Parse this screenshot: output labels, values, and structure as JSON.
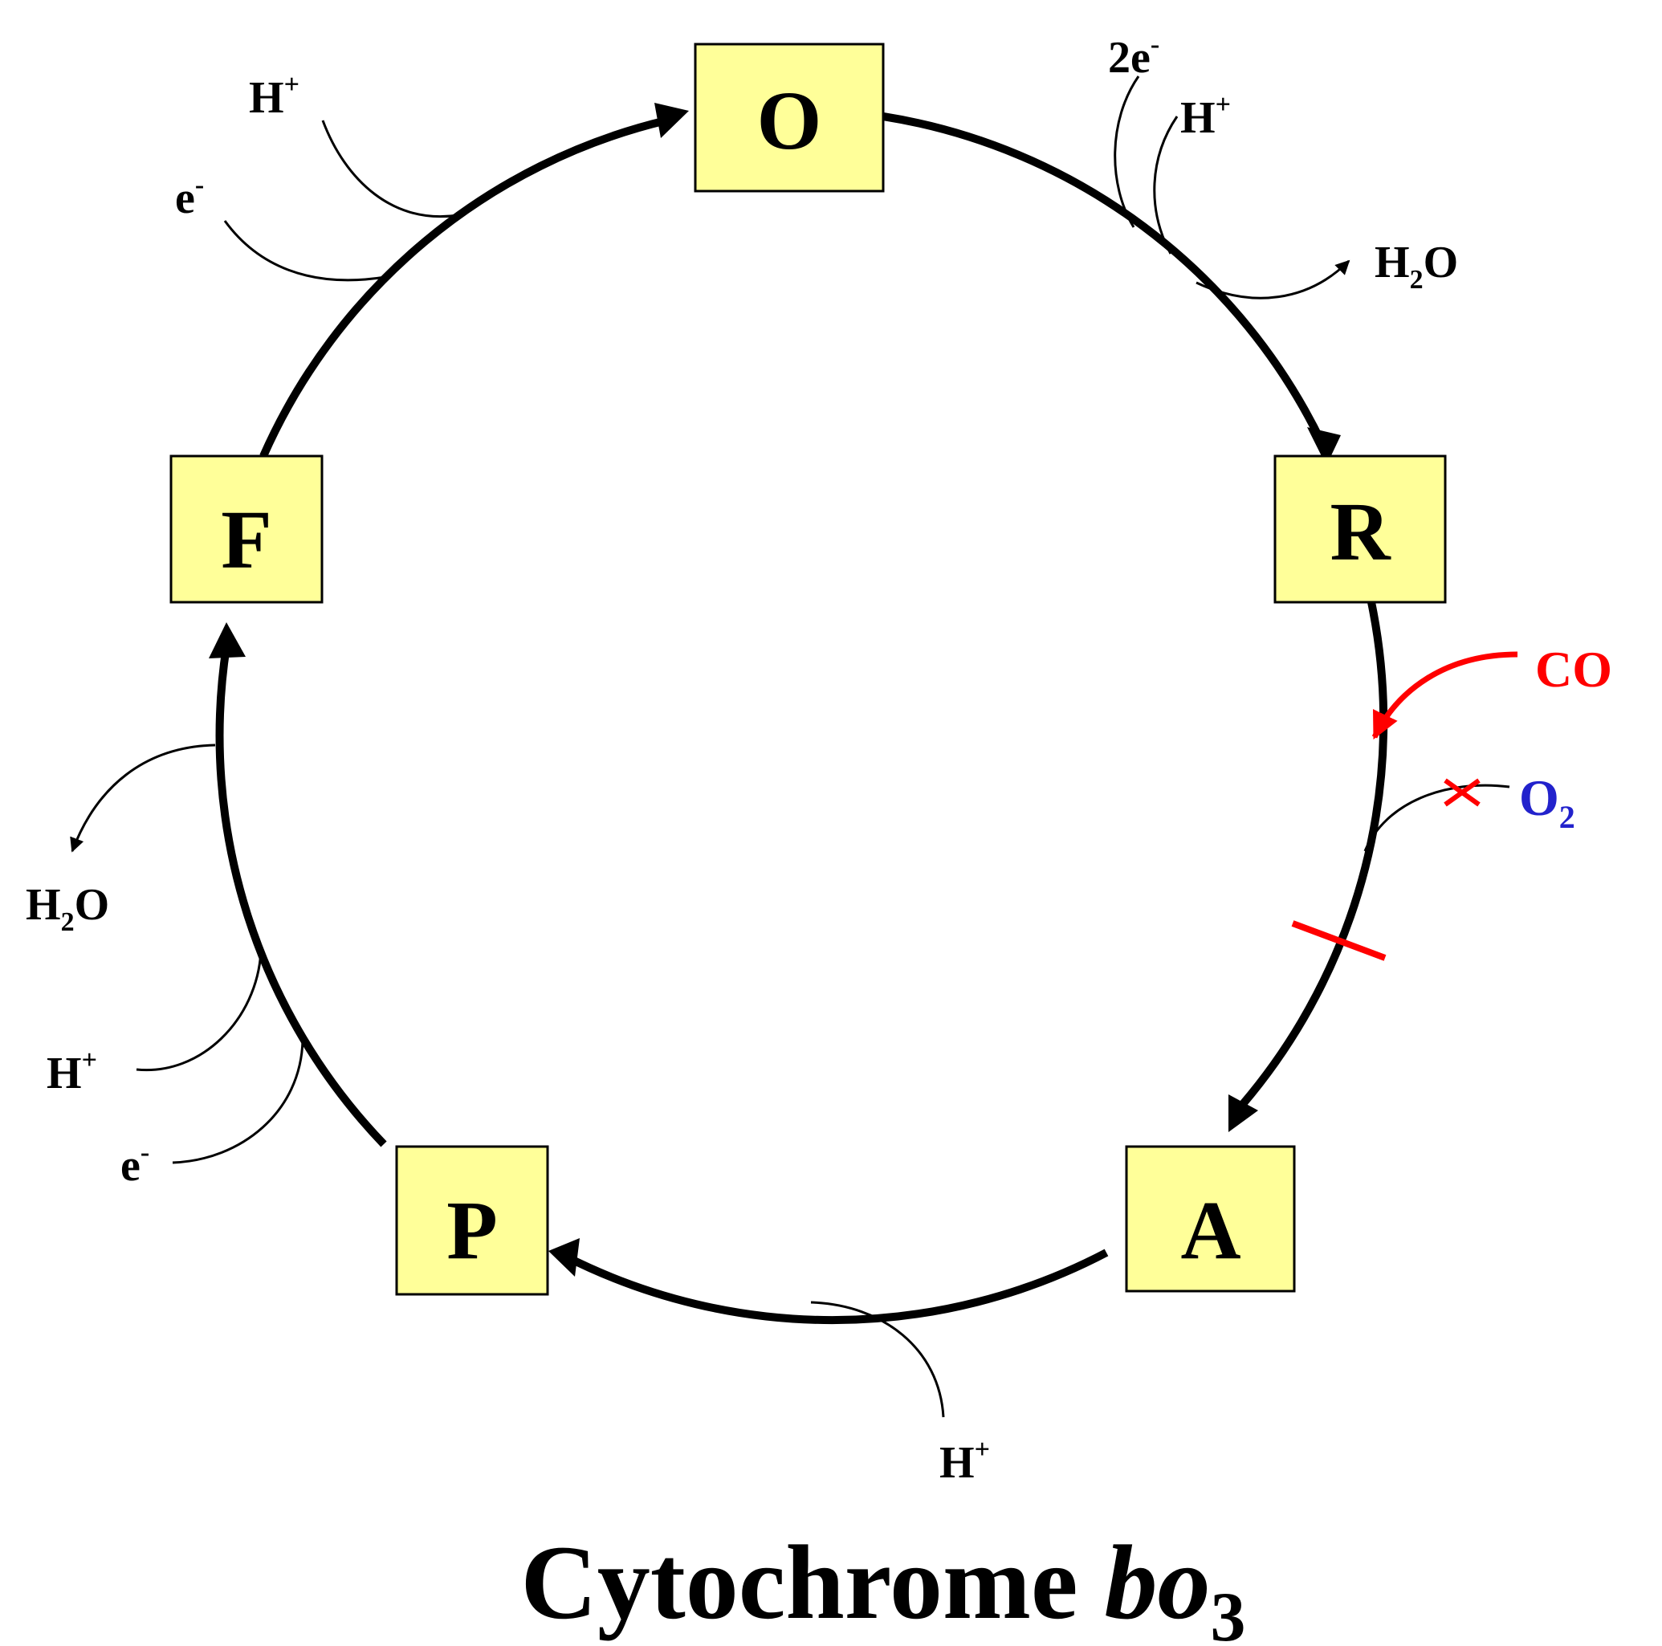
{
  "states": {
    "O": "O",
    "R": "R",
    "A": "A",
    "P": "P",
    "F": "F"
  },
  "labels": {
    "two_e": "2e",
    "e": "e",
    "minus": "-",
    "plus": "+",
    "H": "H",
    "H2O_H": "H",
    "H2O_2": "2",
    "H2O_O": "O",
    "CO": "CO",
    "O2_O": "O",
    "O2_2": "2"
  },
  "title": {
    "main": "Cytochrome ",
    "italic": "bo",
    "sub": "3"
  },
  "colors": {
    "box_fill": "#ffff99",
    "co_red": "#ff0000",
    "o2_blue": "#2222cc",
    "stroke": "#000000"
  },
  "icons": {
    "blocked_mark": "cross-icon",
    "inhibition_bar": "inhibition-bar-icon"
  }
}
